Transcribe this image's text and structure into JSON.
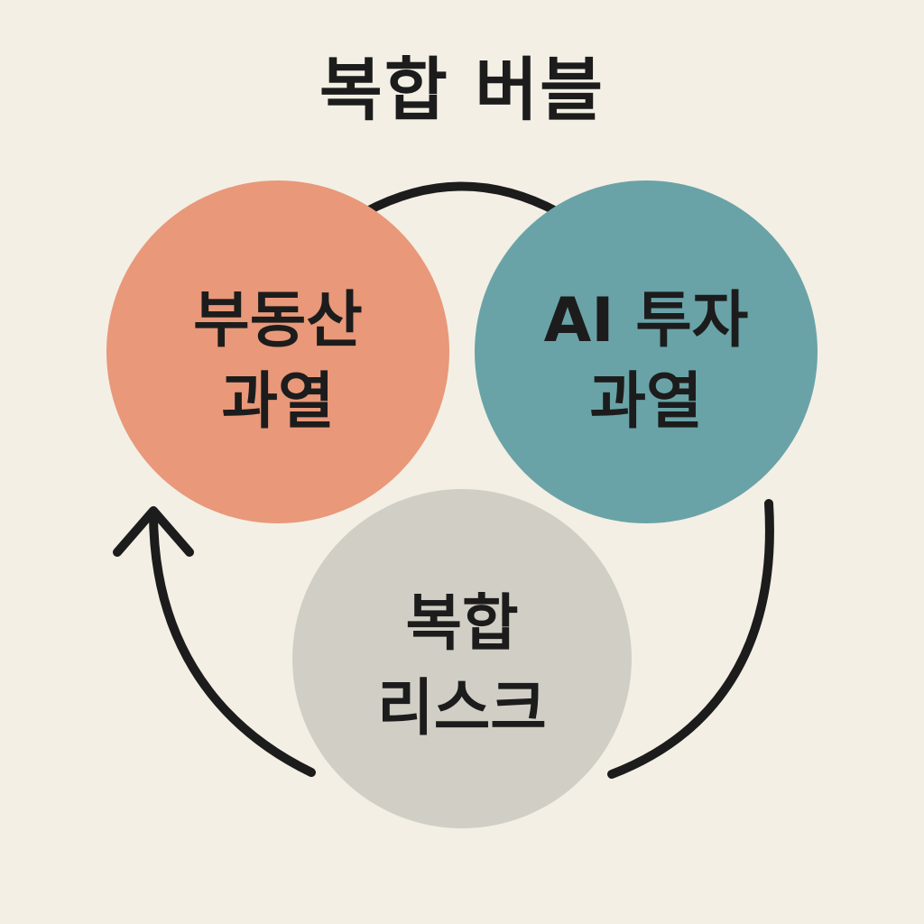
{
  "title": "복합 버블",
  "nodes": [
    {
      "id": "real-estate",
      "line1": "부동산",
      "line2": "과열",
      "color": "#e9987a"
    },
    {
      "id": "ai-investment",
      "line1": "AI 투자",
      "line2": "과열",
      "color": "#69a3a7"
    },
    {
      "id": "compound-risk",
      "line1": "복합",
      "line2": "리스크",
      "color": "#d1cfc5"
    }
  ],
  "colors": {
    "background": "#f3efe4",
    "arrow": "#1c1c1c",
    "text": "#1c1c1c"
  }
}
